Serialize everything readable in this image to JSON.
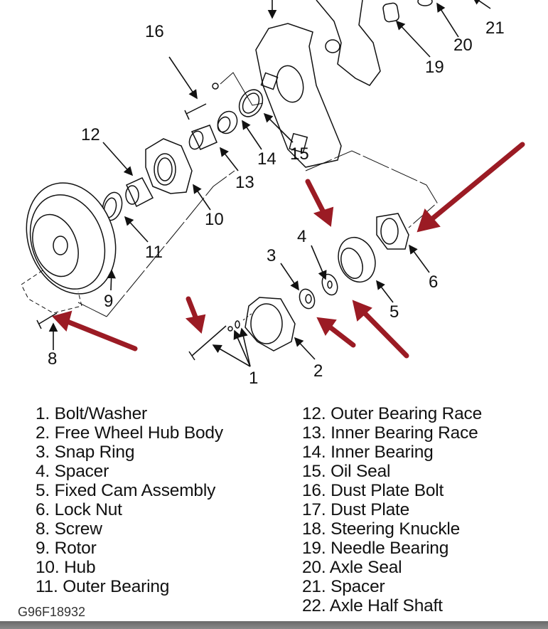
{
  "diagram": {
    "callouts": [
      "1",
      "2",
      "3",
      "4",
      "5",
      "6",
      "8",
      "9",
      "10",
      "11",
      "12",
      "13",
      "14",
      "15",
      "16",
      "19",
      "20",
      "21"
    ],
    "highlight_color": "#9b1b24"
  },
  "legend": {
    "left": [
      "1. Bolt/Washer",
      "2. Free Wheel Hub Body",
      "3. Snap Ring",
      "4. Spacer",
      "5. Fixed Cam Assembly",
      "6. Lock Nut",
      "8. Screw",
      "9. Rotor",
      "10. Hub",
      "11. Outer Bearing"
    ],
    "right": [
      "12. Outer Bearing Race",
      "13. Inner Bearing Race",
      "14. Inner Bearing",
      "15. Oil Seal",
      "16. Dust Plate Bolt",
      "17. Dust Plate",
      "18. Steering Knuckle",
      "19. Needle Bearing",
      "20. Axle Seal",
      "21. Spacer",
      "22. Axle Half Shaft"
    ]
  },
  "figure_id": "G96F18932"
}
